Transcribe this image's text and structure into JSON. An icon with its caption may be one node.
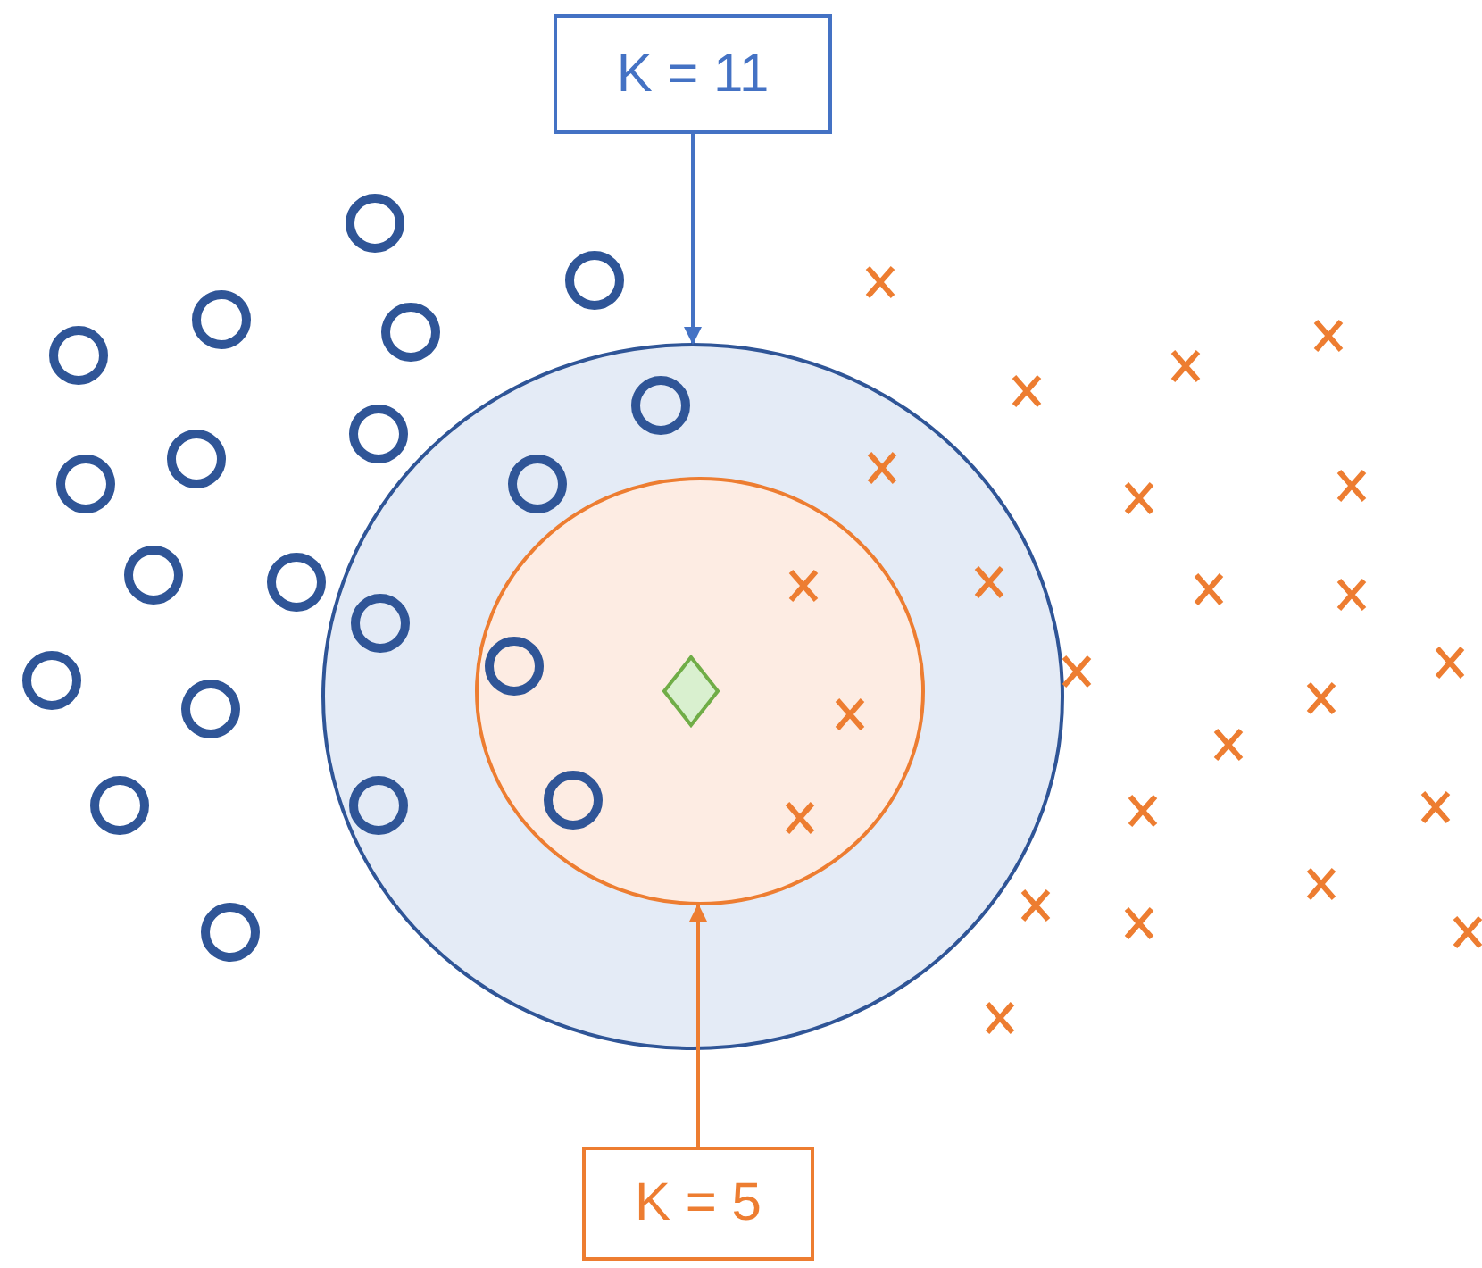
{
  "diagram": {
    "nodes": [
      {
        "text": [
          "K = 11"
        ]
      },
      {
        "text": [],
        "shape": "circle"
      },
      {
        "text": [],
        "shape": "circle",
        "in": 1
      },
      {
        "text": [
          "K = 5"
        ]
      }
    ],
    "edges": [
      {
        "from": 0,
        "to": 1,
        "arrow": "to",
        "color": "#4472c4"
      },
      {
        "from": 3,
        "to": 2,
        "arrow": "to",
        "color": "#ed7d31"
      }
    ]
  }
}
